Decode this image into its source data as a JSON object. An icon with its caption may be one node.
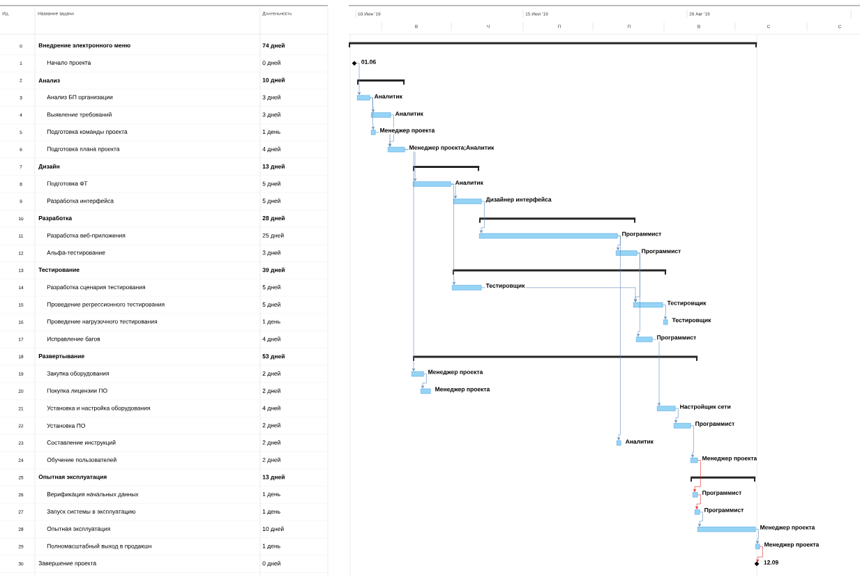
{
  "diagram": {
    "nodes": [
      {
        "text": [],
        "shape": "bar"
      },
      {
        "text": [],
        "shape": "diamond",
        "beside": [
          "01.06"
        ]
      },
      {
        "text": [],
        "shape": "bar"
      },
      {
        "text": [],
        "shape": "bar",
        "beside": [
          "Аналитик"
        ]
      },
      {
        "text": [],
        "shape": "bar",
        "beside": [
          "Аналитик"
        ]
      },
      {
        "text": [],
        "shape": "bar",
        "beside": [
          "Менеджер проекта"
        ]
      },
      {
        "text": [],
        "shape": "bar",
        "beside": [
          "Менеджер проекта;Аналитик"
        ]
      },
      {
        "text": [],
        "shape": "bar"
      },
      {
        "text": [],
        "shape": "bar",
        "beside": [
          "Аналитик"
        ]
      },
      {
        "text": [],
        "shape": "bar",
        "beside": [
          "Дизайнер интерфейса"
        ]
      },
      {
        "text": [],
        "shape": "bar"
      },
      {
        "text": [],
        "shape": "bar",
        "beside": [
          "Программист"
        ]
      },
      {
        "text": [],
        "shape": "bar",
        "beside": [
          "Программист"
        ]
      },
      {
        "text": [],
        "shape": "bar"
      },
      {
        "text": [],
        "shape": "bar",
        "beside": [
          "Тестировщик"
        ]
      },
      {
        "text": [],
        "shape": "bar",
        "beside": [
          "Тестировщик"
        ]
      },
      {
        "text": [],
        "shape": "bar",
        "beside": [
          "Тестировщик"
        ]
      },
      {
        "text": [],
        "shape": "bar",
        "beside": [
          "Программист"
        ]
      },
      {
        "text": [],
        "shape": "bar"
      },
      {
        "text": [],
        "shape": "bar",
        "beside": [
          "Менеджер проекта"
        ]
      },
      {
        "text": [],
        "shape": "bar",
        "beside": [
          "Менеджер проекта"
        ]
      },
      {
        "text": [],
        "shape": "bar",
        "beside": [
          "Настройщик сети"
        ]
      },
      {
        "text": [],
        "shape": "bar",
        "beside": [
          "Программист"
        ]
      },
      {
        "text": [],
        "shape": "bar",
        "beside": [
          "Аналитик"
        ]
      },
      {
        "text": [],
        "shape": "bar",
        "beside": [
          "Менеджер проекта"
        ]
      },
      {
        "text": [],
        "shape": "bar"
      },
      {
        "text": [],
        "shape": "bar",
        "beside": [
          "Программист"
        ]
      },
      {
        "text": [],
        "shape": "bar",
        "beside": [
          "Программист"
        ]
      },
      {
        "text": [],
        "shape": "bar",
        "beside": [
          "Менеджер проекта"
        ]
      },
      {
        "text": [],
        "shape": "bar",
        "beside": [
          "Менеджер проекта"
        ]
      },
      {
        "text": [],
        "shape": "diamond",
        "beside": [
          "12.09"
        ]
      }
    ],
    "edges": [
      {
        "from": 1,
        "to": 3,
        "arrow": "to"
      },
      {
        "from": 3,
        "to": 4,
        "arrow": "to"
      },
      {
        "from": 3,
        "to": 5,
        "arrow": "to"
      },
      {
        "from": 4,
        "to": 6,
        "arrow": "to"
      },
      {
        "from": 5,
        "to": 6,
        "arrow": "to"
      },
      {
        "from": 6,
        "to": 8,
        "arrow": "to"
      },
      {
        "from": 6,
        "to": 19,
        "arrow": "to"
      },
      {
        "from": 8,
        "to": 9,
        "arrow": "to"
      },
      {
        "from": 8,
        "to": 14,
        "arrow": "to"
      },
      {
        "from": 9,
        "to": 11,
        "arrow": "to"
      },
      {
        "from": 11,
        "to": 12,
        "arrow": "to"
      },
      {
        "from": 11,
        "to": 23,
        "arrow": "to"
      },
      {
        "from": 12,
        "to": 15,
        "arrow": "to"
      },
      {
        "from": 12,
        "to": 17,
        "arrow": "to"
      },
      {
        "from": 14,
        "to": 15,
        "arrow": "to"
      },
      {
        "from": 15,
        "to": 16,
        "arrow": "to"
      },
      {
        "from": 19,
        "to": 20,
        "arrow": "to"
      },
      {
        "from": 17,
        "to": 21,
        "arrow": "to"
      },
      {
        "from": 21,
        "to": 22,
        "arrow": "to"
      },
      {
        "from": 22,
        "to": 24,
        "arrow": "to"
      },
      {
        "from": 24,
        "to": 26,
        "arrow": "to",
        "color": "#e02020"
      },
      {
        "from": 26,
        "to": 27,
        "arrow": "to",
        "color": "#e02020"
      },
      {
        "from": 27,
        "to": 28,
        "arrow": "to"
      },
      {
        "from": 28,
        "to": 29,
        "arrow": "to"
      },
      {
        "from": 29,
        "to": 30,
        "arrow": "to",
        "color": "#e02020"
      }
    ],
    "labels": [
      "Ид.",
      "Название задачи",
      "Длительность",
      "0",
      "Внедрение электронного меню",
      "74 дней",
      "1",
      "Начало проекта",
      "0 дней",
      "2",
      "Анализ",
      "10 дней",
      "3",
      "Анализ БП организации",
      "3 дней",
      "4",
      "Выявление требований",
      "3 дней",
      "5",
      "Подготовка команды проекта",
      "1 день",
      "6",
      "Подготовка плана проекта",
      "4 дней",
      "7",
      "Дизайн",
      "13 дней",
      "8",
      "Подготовка ФТ",
      "5 дней",
      "9",
      "Разработка интерфейса",
      "5 дней",
      "10",
      "Разработка",
      "28 дней",
      "11",
      "Разработка веб-приложения",
      "25 дней",
      "12",
      "Альфа-тестирование",
      "3 дней",
      "13",
      "Тестирование",
      "39 дней",
      "14",
      "Разработка сценария тестирования",
      "5 дней",
      "15",
      "Проведение регрессионного тестирования",
      "5 дней",
      "16",
      "Проведение нагрузочного тестирования",
      "1 день",
      "17",
      "Исправление багов",
      "4 дней",
      "18",
      "Развертывание",
      "53 дней",
      "19",
      "Закупка оборудования",
      "2 дней",
      "20",
      "Покупка лицензии ПО",
      "2 дней",
      "21",
      "Установка и настройка оборудования",
      "4 дней",
      "22",
      "Установка ПО",
      "2 дней",
      "23",
      "Составление инструкций",
      "2 дней",
      "24",
      "Обучение пользователей",
      "2 дней",
      "25",
      "Опытная эксплуатация",
      "13 дней",
      "26",
      "Верификация начальных данных",
      "1 день",
      "27",
      "Запуск системы в эксплуатацию",
      "1 день",
      "28",
      "Опытная эксплуатация",
      "10 дней",
      "29",
      "Полномасштабный выход в продакшн",
      "1 день",
      "30",
      "Завершение проекта",
      "0 дней",
      "03 Июн '19",
      "15 Июл '19",
      "26 Авг '19",
      "В",
      "Ч",
      "П",
      "П",
      "В",
      "С",
      "С"
    ]
  }
}
